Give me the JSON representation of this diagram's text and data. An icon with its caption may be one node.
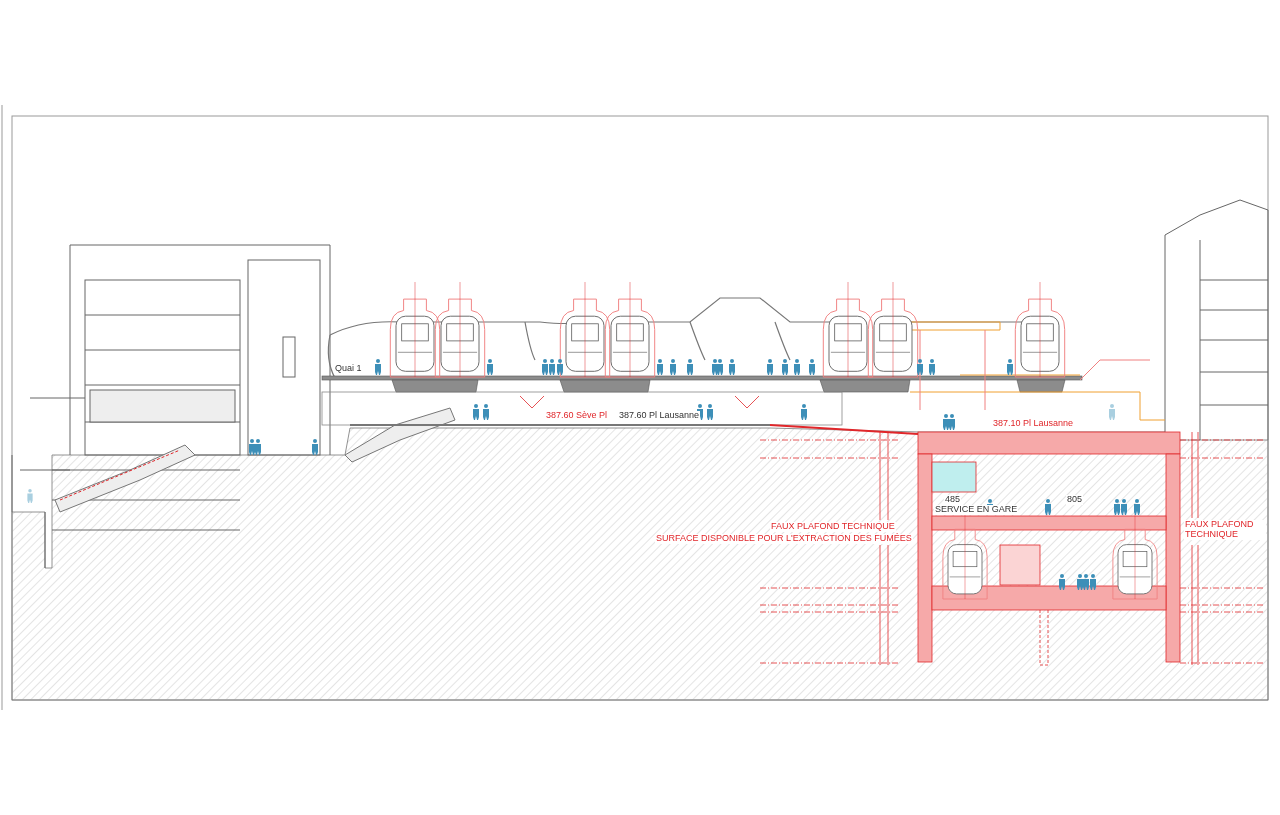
{
  "diagram": {
    "labels": [
      "Quai 1",
      "387.60 Sève Pl",
      "387.60 Pl Lausanne",
      "387.10 Pl Lausanne",
      "485",
      "SERVICE EN GARE",
      "805",
      "FAUX PLAFOND TECHNIQUE",
      "SURFACE DISPONIBLE POUR L'EXTRACTION DES FUMÉES",
      "FAUX PLAFOND TECHNIQUE"
    ]
  }
}
